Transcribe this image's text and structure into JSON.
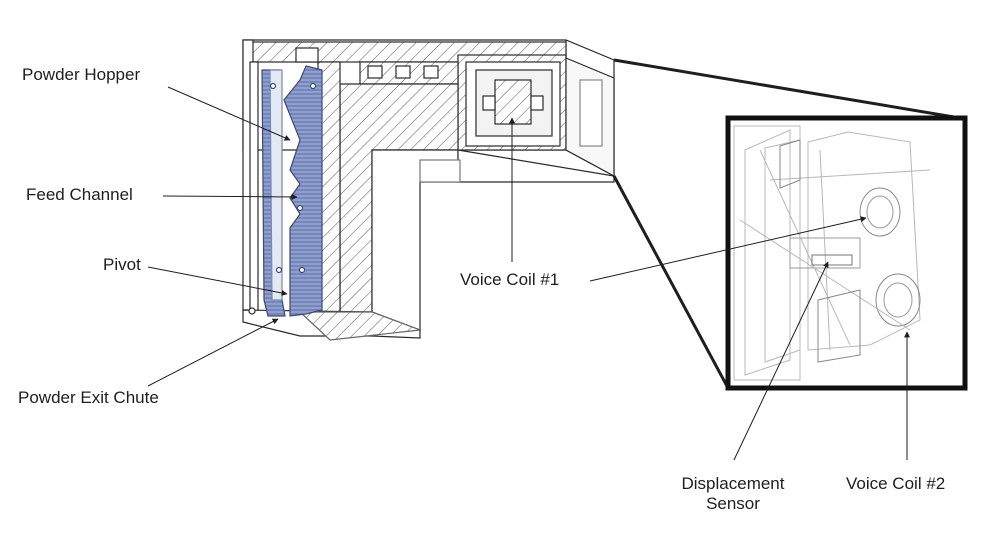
{
  "labels": {
    "powder_hopper": "Powder Hopper",
    "feed_channel": "Feed Channel",
    "pivot": "Pivot",
    "powder_exit_chute": "Powder Exit Chute",
    "voice_coil_1": "Voice Coil #1",
    "displacement_sensor_line1": "Displacement",
    "displacement_sensor_line2": "Sensor",
    "voice_coil_2": "Voice Coil #2"
  },
  "colors": {
    "highlight_part": "#8f9fcf",
    "highlight_stroke": "#3a4a7a",
    "line": "#1e1e1e",
    "ghost": "#b8b8b8"
  }
}
